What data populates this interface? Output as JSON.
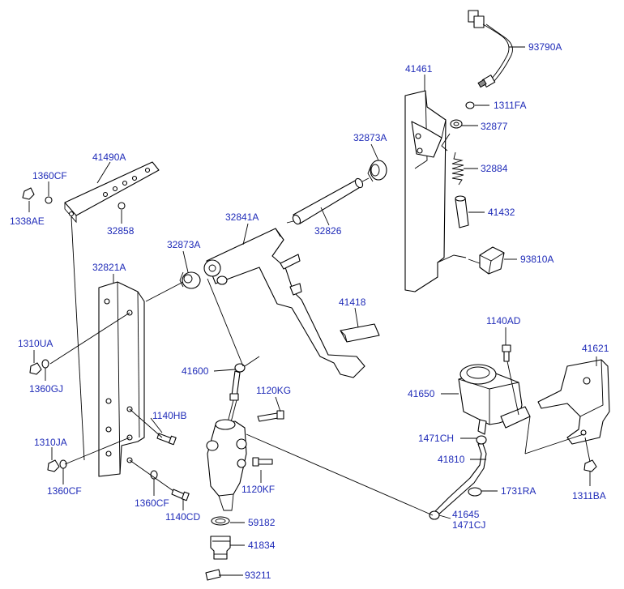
{
  "parts": [
    {
      "id": "p93790A",
      "number": "93790A"
    },
    {
      "id": "p41461",
      "number": "41461"
    },
    {
      "id": "p1311FA",
      "number": "1311FA"
    },
    {
      "id": "p32877",
      "number": "32877"
    },
    {
      "id": "p32873A_top",
      "number": "32873A"
    },
    {
      "id": "p32884",
      "number": "32884"
    },
    {
      "id": "p41490A",
      "number": "41490A"
    },
    {
      "id": "p1360CF_top",
      "number": "1360CF"
    },
    {
      "id": "p1338AE",
      "number": "1338AE"
    },
    {
      "id": "p32858",
      "number": "32858"
    },
    {
      "id": "p41432",
      "number": "41432"
    },
    {
      "id": "p32841A",
      "number": "32841A"
    },
    {
      "id": "p32826",
      "number": "32826"
    },
    {
      "id": "p32873A_mid",
      "number": "32873A"
    },
    {
      "id": "p32821A",
      "number": "32821A"
    },
    {
      "id": "p93810A",
      "number": "93810A"
    },
    {
      "id": "p41418",
      "number": "41418"
    },
    {
      "id": "p1140AD",
      "number": "1140AD"
    },
    {
      "id": "p1310UA",
      "number": "1310UA"
    },
    {
      "id": "p41621",
      "number": "41621"
    },
    {
      "id": "p41600",
      "number": "41600"
    },
    {
      "id": "p1360GJ",
      "number": "1360GJ"
    },
    {
      "id": "p1120KG",
      "number": "1120KG"
    },
    {
      "id": "p41650",
      "number": "41650"
    },
    {
      "id": "p1140HB",
      "number": "1140HB"
    },
    {
      "id": "p1471CH",
      "number": "1471CH"
    },
    {
      "id": "p1310JA",
      "number": "1310JA"
    },
    {
      "id": "p41810",
      "number": "41810"
    },
    {
      "id": "p1360CF_low",
      "number": "1360CF"
    },
    {
      "id": "p1120KF",
      "number": "1120KF"
    },
    {
      "id": "p1731RA",
      "number": "1731RA"
    },
    {
      "id": "p1311BA",
      "number": "1311BA"
    },
    {
      "id": "p1360CF_bot",
      "number": "1360CF"
    },
    {
      "id": "p1140CD",
      "number": "1140CD"
    },
    {
      "id": "p41645",
      "number": "41645"
    },
    {
      "id": "p1471CJ",
      "number": "1471CJ"
    },
    {
      "id": "p59182",
      "number": "59182"
    },
    {
      "id": "p41834",
      "number": "41834"
    },
    {
      "id": "p93211",
      "number": "93211"
    }
  ],
  "colors": {
    "label": "#1f2bb8",
    "line": "#000000",
    "background": "#ffffff"
  }
}
